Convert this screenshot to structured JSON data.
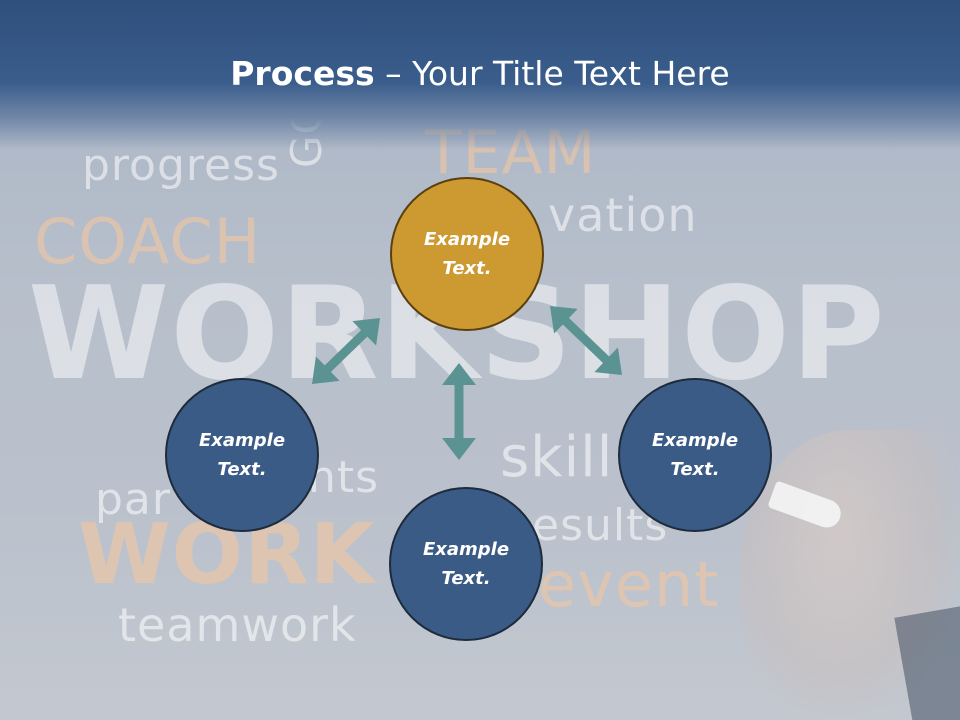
{
  "slide": {
    "title_bold": "Process",
    "title_rest": " – Your Title Text Here"
  },
  "background_words": {
    "progress": "progress",
    "coach": "COACH",
    "goal": "GOA",
    "team": "TEAM",
    "motivation": "vation",
    "workshop": "WORKSHOP",
    "skills": "skill",
    "participants_a": "par",
    "participants_b": "nts",
    "work": "WORK",
    "results": "esults",
    "event": "event",
    "teamwork": "teamwork"
  },
  "nodes": [
    {
      "id": "top",
      "label": "Example Text.",
      "color": "#cd9931"
    },
    {
      "id": "left",
      "label": "Example Text.",
      "color": "#3a5b86"
    },
    {
      "id": "bottom",
      "label": "Example Text.",
      "color": "#3a5b86"
    },
    {
      "id": "right",
      "label": "Example Text.",
      "color": "#3a5b86"
    }
  ],
  "arrow_color": "#5b9393"
}
